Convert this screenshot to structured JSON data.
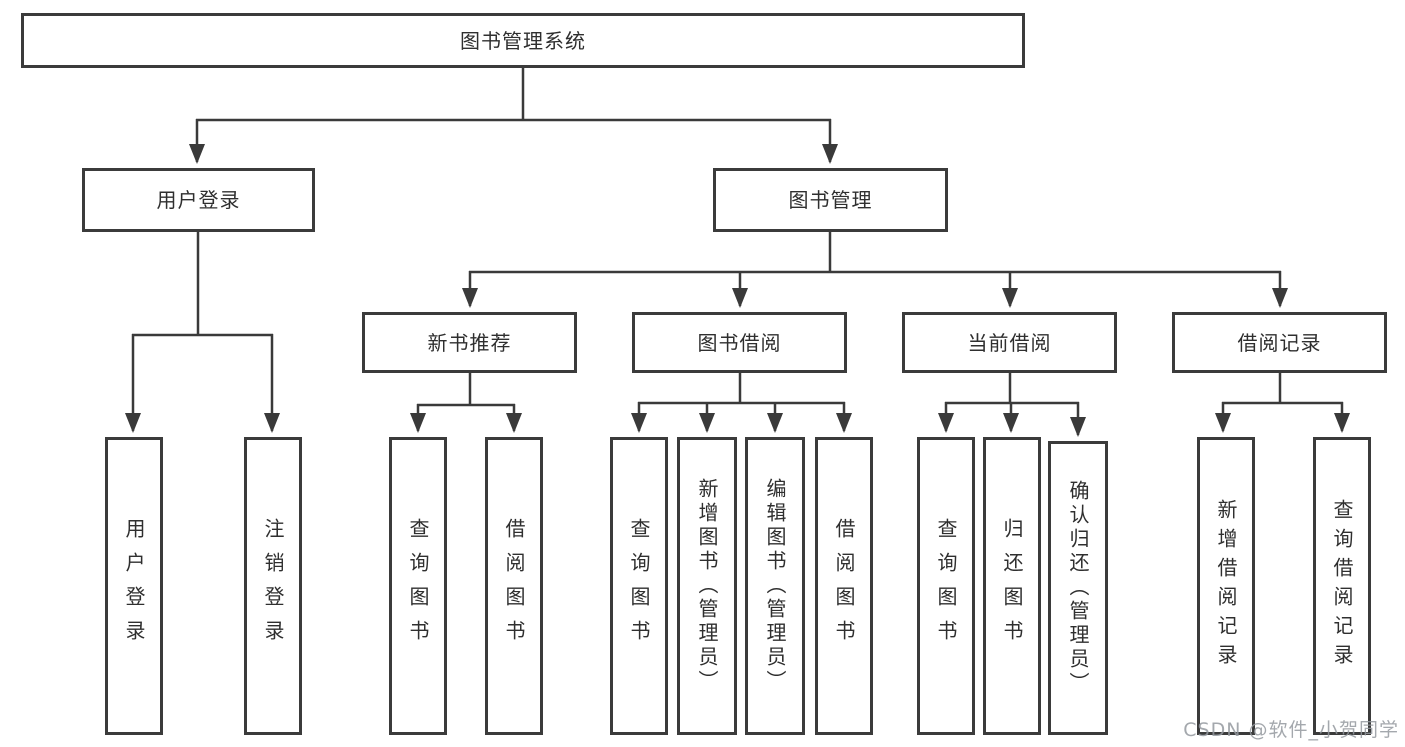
{
  "diagram": {
    "title": "图书管理系统",
    "level2": [
      {
        "label": "用户登录"
      },
      {
        "label": "图书管理"
      }
    ],
    "level3": [
      {
        "label": "新书推荐",
        "parent": "图书管理"
      },
      {
        "label": "图书借阅",
        "parent": "图书管理"
      },
      {
        "label": "当前借阅",
        "parent": "图书管理"
      },
      {
        "label": "借阅记录",
        "parent": "图书管理"
      }
    ],
    "leaves": [
      {
        "label": "用户登录",
        "parent": "用户登录"
      },
      {
        "label": "注销登录",
        "parent": "用户登录"
      },
      {
        "label": "查询图书",
        "parent": "新书推荐"
      },
      {
        "label": "借阅图书",
        "parent": "新书推荐"
      },
      {
        "label": "查询图书",
        "parent": "图书借阅"
      },
      {
        "label": "新增图书（管理员）",
        "parent": "图书借阅"
      },
      {
        "label": "编辑图书（管理员）",
        "parent": "图书借阅"
      },
      {
        "label": "借阅图书",
        "parent": "图书借阅"
      },
      {
        "label": "查询图书",
        "parent": "当前借阅"
      },
      {
        "label": "归还图书",
        "parent": "当前借阅"
      },
      {
        "label": "确认归还（管理员）",
        "parent": "当前借阅"
      },
      {
        "label": "新增借阅记录",
        "parent": "借阅记录"
      },
      {
        "label": "查询借阅记录",
        "parent": "借阅记录"
      }
    ]
  },
  "watermark": {
    "text": "CSDN @软件_小贺同学"
  },
  "colors": {
    "line": "#3a3a3a",
    "border": "#3b3b3b",
    "background": "#ffffff",
    "watermark": "#94999f"
  }
}
